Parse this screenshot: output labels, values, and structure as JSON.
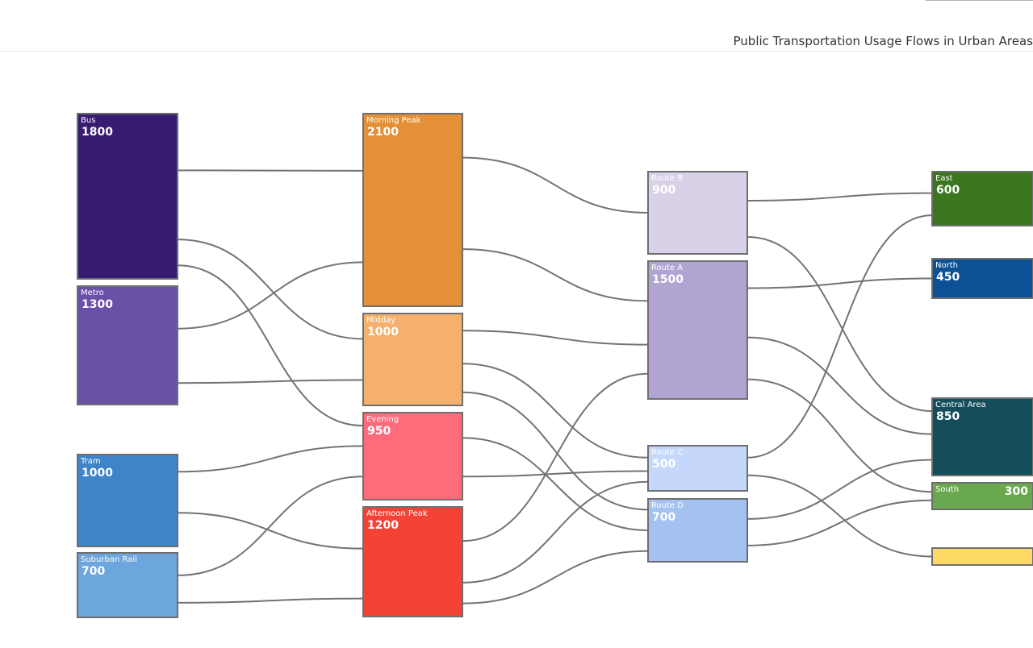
{
  "page": {
    "title": "Public Transportation Usage Flows in Urban Areas"
  },
  "chart_data": {
    "type": "sankey",
    "title": "Public Transportation Usage Flows in Urban Areas",
    "link_color": "#737373",
    "node_border_color": "#6e6e6e",
    "columns": [
      [
        "Bus",
        "Metro",
        "Tram",
        "Suburban Rail"
      ],
      [
        "Morning Peak",
        "Midday",
        "Evening",
        "Afternoon Peak"
      ],
      [
        "Route B",
        "Route A",
        "Route C",
        "Route D"
      ],
      [
        "East",
        "North",
        "Central Area",
        "South",
        ""
      ]
    ],
    "nodes": [
      {
        "id": "Bus",
        "label": "Bus",
        "value": "1800",
        "color": "#371c72",
        "text_color": "#ffffff",
        "value_align": "left"
      },
      {
        "id": "Metro",
        "label": "Metro",
        "value": "1300",
        "color": "#6951a8",
        "text_color": "#ffffff",
        "value_align": "left"
      },
      {
        "id": "Tram",
        "label": "Tram",
        "value": "1000",
        "color": "#3f84c7",
        "text_color": "#ffffff",
        "value_align": "left"
      },
      {
        "id": "Suburban Rail",
        "label": "Suburban Rail",
        "value": "700",
        "color": "#6da6dc",
        "text_color": "#ffffff",
        "value_align": "left"
      },
      {
        "id": "Morning Peak",
        "label": "Morning Peak",
        "value": "2100",
        "color": "#e39038",
        "text_color": "#ffffff",
        "value_align": "left"
      },
      {
        "id": "Midday",
        "label": "Midday",
        "value": "1000",
        "color": "#f4b06c",
        "text_color": "#ffffff",
        "value_align": "left"
      },
      {
        "id": "Evening",
        "label": "Evening",
        "value": "950",
        "color": "#fe6b7b",
        "text_color": "#ffffff",
        "value_align": "left"
      },
      {
        "id": "Afternoon Peak",
        "label": "Afternoon Peak",
        "value": "1200",
        "color": "#f44336",
        "text_color": "#ffffff",
        "value_align": "left"
      },
      {
        "id": "Route B",
        "label": "Route B",
        "value": "900",
        "color": "#d9d1e8",
        "text_color": "#ffffff",
        "value_align": "left"
      },
      {
        "id": "Route A",
        "label": "Route A",
        "value": "1500",
        "color": "#b1a4d3",
        "text_color": "#ffffff",
        "value_align": "left"
      },
      {
        "id": "Route C",
        "label": "Route C",
        "value": "500",
        "color": "#c5d8fc",
        "text_color": "#ffffff",
        "value_align": "left"
      },
      {
        "id": "Route D",
        "label": "Route D",
        "value": "700",
        "color": "#a3c2f2",
        "text_color": "#ffffff",
        "value_align": "left"
      },
      {
        "id": "East",
        "label": "East",
        "value": "600",
        "color": "#39761e",
        "text_color": "#ffffff",
        "value_align": "left"
      },
      {
        "id": "North",
        "label": "North",
        "value": "450",
        "color": "#0c5195",
        "text_color": "#ffffff",
        "value_align": "left"
      },
      {
        "id": "Central Area",
        "label": "Central Area",
        "value": "850",
        "color": "#144e5b",
        "text_color": "#ffffff",
        "value_align": "left"
      },
      {
        "id": "South",
        "label": "South",
        "value": "300",
        "color": "#6aa84f",
        "text_color": "#ffffff",
        "value_align": "right"
      },
      {
        "id": "",
        "label": "",
        "value": "",
        "color": "#ffd966",
        "text_color": "#ffffff",
        "value_align": "left"
      }
    ],
    "links": [
      {
        "source": "Bus",
        "target": "Morning Peak",
        "value": 1200
      },
      {
        "source": "Bus",
        "target": "Midday",
        "value": 400
      },
      {
        "source": "Bus",
        "target": "Evening",
        "value": 200
      },
      {
        "source": "Metro",
        "target": "Morning Peak",
        "value": 900
      },
      {
        "source": "Metro",
        "target": "Midday",
        "value": 400
      },
      {
        "source": "Tram",
        "target": "Evening",
        "value": 300
      },
      {
        "source": "Tram",
        "target": "Afternoon Peak",
        "value": 700
      },
      {
        "source": "Suburban Rail",
        "target": "Evening",
        "value": 450
      },
      {
        "source": "Suburban Rail",
        "target": "Afternoon Peak",
        "value": 250
      },
      {
        "source": "Morning Peak",
        "target": "Route B",
        "value": 900
      },
      {
        "source": "Morning Peak",
        "target": "Route A",
        "value": 1200
      },
      {
        "source": "Midday",
        "target": "Route A",
        "value": 300
      },
      {
        "source": "Midday",
        "target": "Route C",
        "value": 500
      },
      {
        "source": "Midday",
        "target": "Route D",
        "value": 200
      },
      {
        "source": "Evening",
        "target": "Route D",
        "value": 500
      },
      {
        "source": "Evening",
        "target": "Route C",
        "value": 450
      },
      {
        "source": "Afternoon Peak",
        "target": "Route A",
        "value": 700
      },
      {
        "source": "Afternoon Peak",
        "target": "Route C",
        "value": 300
      },
      {
        "source": "Afternoon Peak",
        "target": "Route D",
        "value": 200
      },
      {
        "source": "Route B",
        "target": "East",
        "value": 600
      },
      {
        "source": "Route B",
        "target": "Central Area",
        "value": 300
      },
      {
        "source": "Route A",
        "target": "North",
        "value": 450
      },
      {
        "source": "Route A",
        "target": "Central Area",
        "value": 550
      },
      {
        "source": "Route A",
        "target": "South",
        "value": 300
      },
      {
        "source": "Route C",
        "target": "East",
        "value": 200
      },
      {
        "source": "Route C",
        "target": "",
        "value": 300
      },
      {
        "source": "Route D",
        "target": "Central Area",
        "value": 400
      },
      {
        "source": "Route D",
        "target": "South",
        "value": 300
      }
    ]
  }
}
